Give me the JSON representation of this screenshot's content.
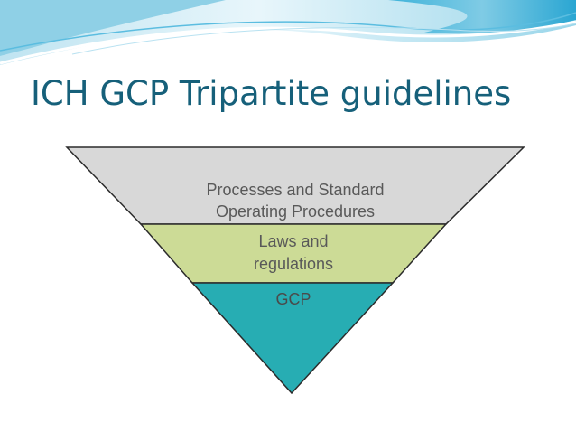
{
  "title": "ICH GCP Tripartite guidelines",
  "colors": {
    "title": "#16607a",
    "top_layer": "#d8d8d8",
    "middle_layer": "#ccdb96",
    "bottom_layer": "#27adb3",
    "label_text": "#595959",
    "outline": "#2b2b2b",
    "wave_light": "#d6eef6",
    "wave_mid": "#8fd0e6",
    "wave_dark": "#2fa9d4"
  },
  "layers": [
    {
      "label_line1": "Processes and Standard",
      "label_line2": "Operating Procedures"
    },
    {
      "label_line1": "Laws and",
      "label_line2": "regulations"
    },
    {
      "label_line1": "GCP",
      "label_line2": ""
    }
  ]
}
